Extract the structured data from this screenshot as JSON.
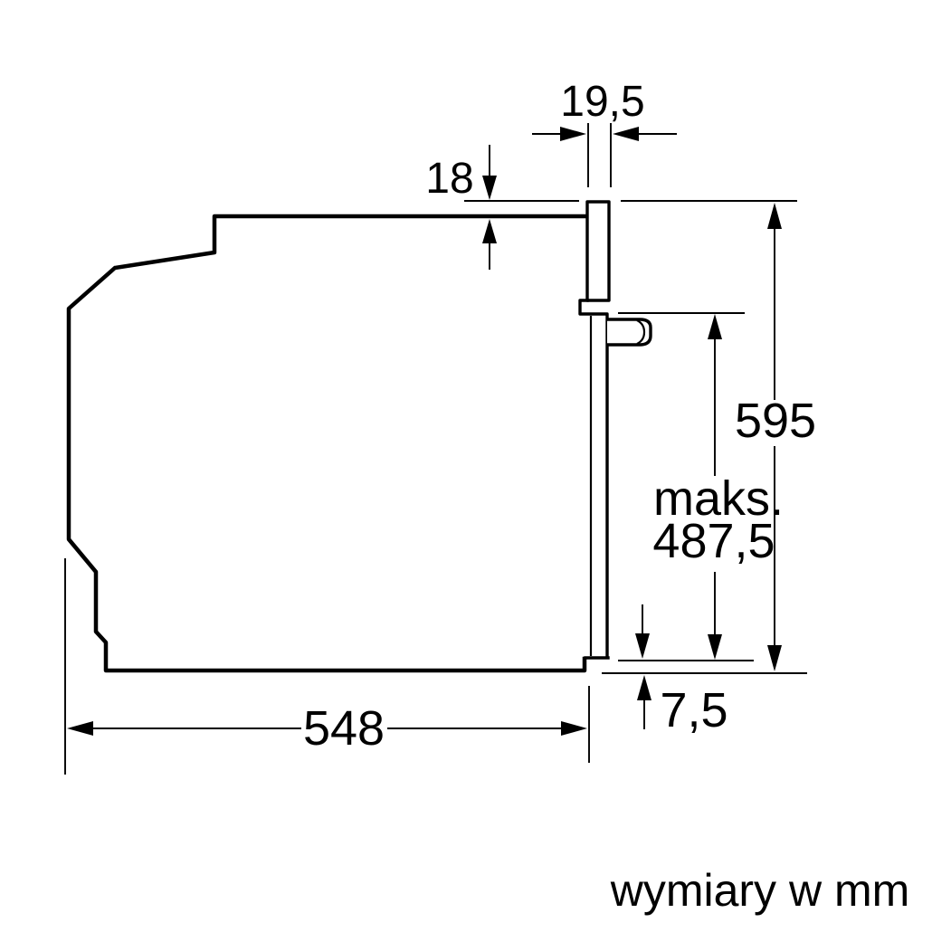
{
  "diagram": {
    "kind": "appliance-installation-drawing",
    "unit_note": "wymiary w mm",
    "labels": {
      "front_thickness": "19,5",
      "panel_overhang": "18",
      "appliance_height": "595",
      "max_prefix": "maks.",
      "max_value": "487,5",
      "bottom_offset": "7,5",
      "body_depth": "548"
    },
    "colors": {
      "line": "#000000",
      "background": "#ffffff"
    }
  }
}
